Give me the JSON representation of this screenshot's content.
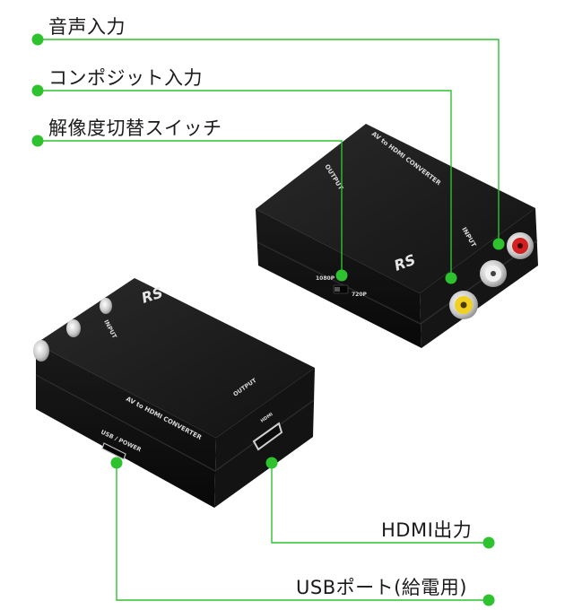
{
  "callouts": {
    "audio_in": "音声入力",
    "composite_in": "コンポジット入力",
    "resolution_switch": "解像度切替スイッチ",
    "hdmi_out": "HDMI出力",
    "usb_port": "USBポート(給電用)"
  },
  "device_back": {
    "model_text": "AV to HDMI CONVERTER",
    "output_label": "OUTPUT",
    "input_label": "INPUT",
    "switch_left": "1080P",
    "switch_right": "720P",
    "logo": "RS"
  },
  "device_front": {
    "model_text": "AV to HDMI CONVERTER",
    "output_label": "OUTPUT",
    "input_label": "INPUT",
    "usb_label": "USB / POWER",
    "hdmi_label": "HDMI",
    "logo": "RS"
  },
  "colors": {
    "leader_line": "#2ec22e",
    "device_body": "#1c1c1c",
    "rca_red": "#d42020",
    "rca_white": "#f2f2f2",
    "rca_yellow": "#f0d020"
  }
}
